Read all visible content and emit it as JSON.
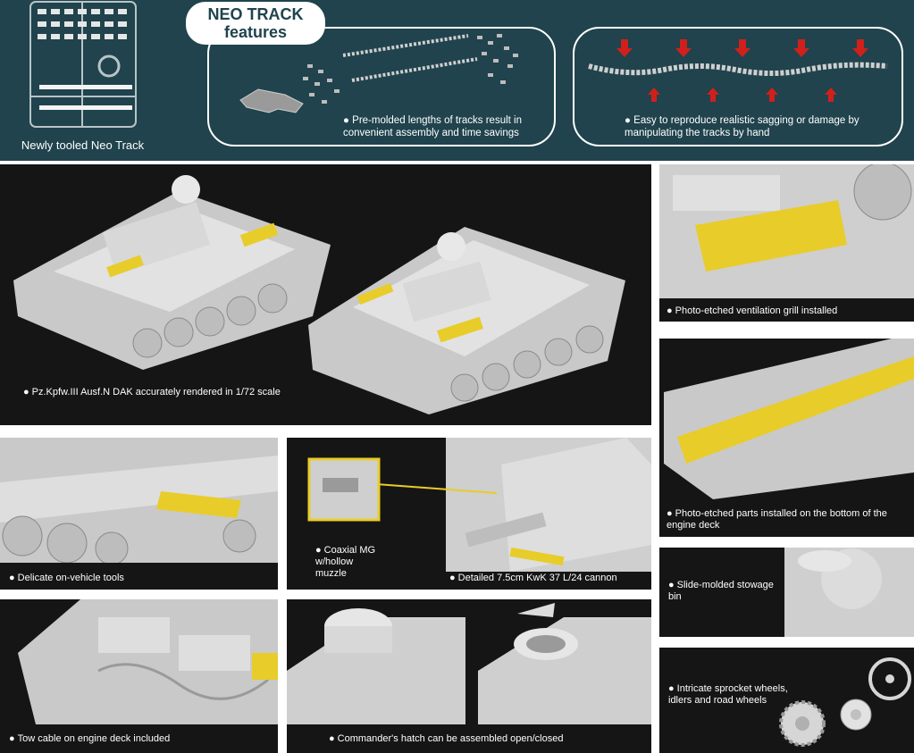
{
  "header": {
    "sprue_caption": "Newly tooled Neo Track",
    "neo_title_line1": "NEO TRACK",
    "neo_title_line2": "features",
    "feature1_line1": "Pre-molded lengths of tracks result in",
    "feature1_line2": "convenient assembly and time savings",
    "feature2_line1": "Easy to reproduce realistic sagging or damage by",
    "feature2_line2": "manipulating the tracks by hand"
  },
  "captions": {
    "main": "Pz.Kpfw.III Ausf.N DAK accurately rendered in 1/72 scale",
    "vent": "Photo-etched ventilation grill installed",
    "bottom_line1": "Photo-etched parts installed on the bottom of the",
    "bottom_line2": "engine deck",
    "tools": "Delicate on-vehicle tools",
    "mg_line1": "Coaxial MG",
    "mg_line2": "w/hollow",
    "mg_line3": "muzzle",
    "cannon": "Detailed 7.5cm KwK 37 L/24 cannon",
    "stowage_line1": "Slide-molded stowage",
    "stowage_line2": "bin",
    "tow": "Tow cable on engine deck included",
    "hatch": "Commander's hatch can be assembled open/closed",
    "wheels_line1": "Intricate sprocket wheels,",
    "wheels_line2": "idlers and road wheels"
  },
  "colors": {
    "header_bg": "#20434d",
    "panel_bg": "#161515",
    "model_grey": "#d4d4d4",
    "etch_yellow": "#e8cc2a",
    "arrow_red": "#d0201c"
  },
  "icons": [
    "down-arrow-icon",
    "up-arrow-icon",
    "bullet-icon"
  ]
}
